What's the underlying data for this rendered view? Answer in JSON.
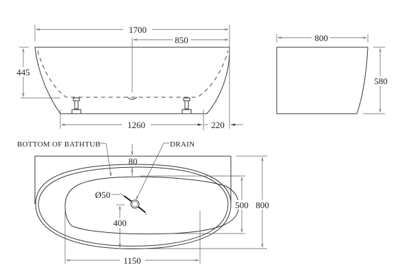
{
  "side_view": {
    "length": "1700",
    "half_length": "850",
    "depth": "445",
    "base_length": "1260",
    "overhang": "220"
  },
  "end_view": {
    "width": "800",
    "height": "580"
  },
  "top_view": {
    "bottom_label": "BOTTOM OF BATHTUB",
    "drain_label": "DRAIN",
    "drain_diameter": "Ø50",
    "rim_offset": "80",
    "inner_width": "500",
    "overall_width": "800",
    "drain_offset": "400",
    "inner_length": "1150"
  }
}
